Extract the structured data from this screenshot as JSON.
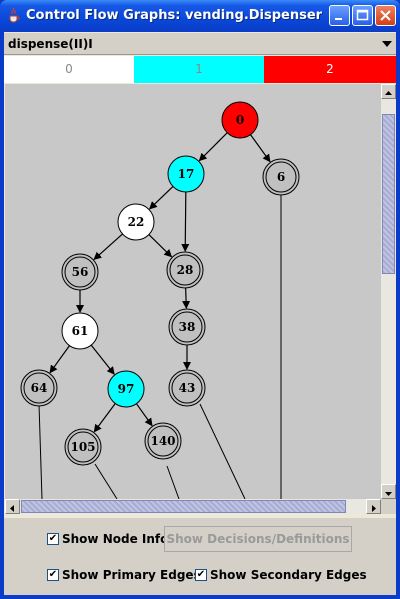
{
  "window": {
    "title": "Control Flow Graphs: vending.Dispenser",
    "colors": {
      "titlebar": "#0a48d8"
    }
  },
  "method_select": {
    "value": "dispense(II)I"
  },
  "legend": [
    {
      "label": "0",
      "color": "#ffffff"
    },
    {
      "label": "1",
      "color": "#00ffff"
    },
    {
      "label": "2",
      "color": "#ff0000"
    }
  ],
  "graph": {
    "nodes": [
      {
        "id": "0",
        "color": "#ff0000",
        "double": false
      },
      {
        "id": "17",
        "color": "#00ffff",
        "double": false
      },
      {
        "id": "6",
        "color": "#c0c0c0",
        "double": true
      },
      {
        "id": "22",
        "color": "#ffffff",
        "double": false
      },
      {
        "id": "56",
        "color": "#c0c0c0",
        "double": true
      },
      {
        "id": "28",
        "color": "#c0c0c0",
        "double": true
      },
      {
        "id": "61",
        "color": "#ffffff",
        "double": false
      },
      {
        "id": "38",
        "color": "#c0c0c0",
        "double": true
      },
      {
        "id": "64",
        "color": "#c0c0c0",
        "double": true
      },
      {
        "id": "97",
        "color": "#00ffff",
        "double": false
      },
      {
        "id": "43",
        "color": "#c0c0c0",
        "double": true
      },
      {
        "id": "105",
        "color": "#c0c0c0",
        "double": true
      },
      {
        "id": "140",
        "color": "#c0c0c0",
        "double": true
      }
    ],
    "edges": [
      {
        "from": "0",
        "to": "17"
      },
      {
        "from": "0",
        "to": "6"
      },
      {
        "from": "17",
        "to": "22"
      },
      {
        "from": "17",
        "to": "28"
      },
      {
        "from": "22",
        "to": "56"
      },
      {
        "from": "22",
        "to": "28"
      },
      {
        "from": "56",
        "to": "61"
      },
      {
        "from": "28",
        "to": "38"
      },
      {
        "from": "38",
        "to": "43"
      },
      {
        "from": "61",
        "to": "64"
      },
      {
        "from": "61",
        "to": "97"
      },
      {
        "from": "97",
        "to": "105"
      },
      {
        "from": "97",
        "to": "140"
      }
    ]
  },
  "options": {
    "show_node_info": {
      "label": "Show Node Info",
      "checked": true
    },
    "show_decisions_button": {
      "label": "Show Decisions/Definitions",
      "enabled": false
    },
    "show_primary_edges": {
      "label": "Show Primary Edges",
      "checked": true
    },
    "show_secondary_edges": {
      "label": "Show Secondary Edges",
      "checked": true
    }
  }
}
